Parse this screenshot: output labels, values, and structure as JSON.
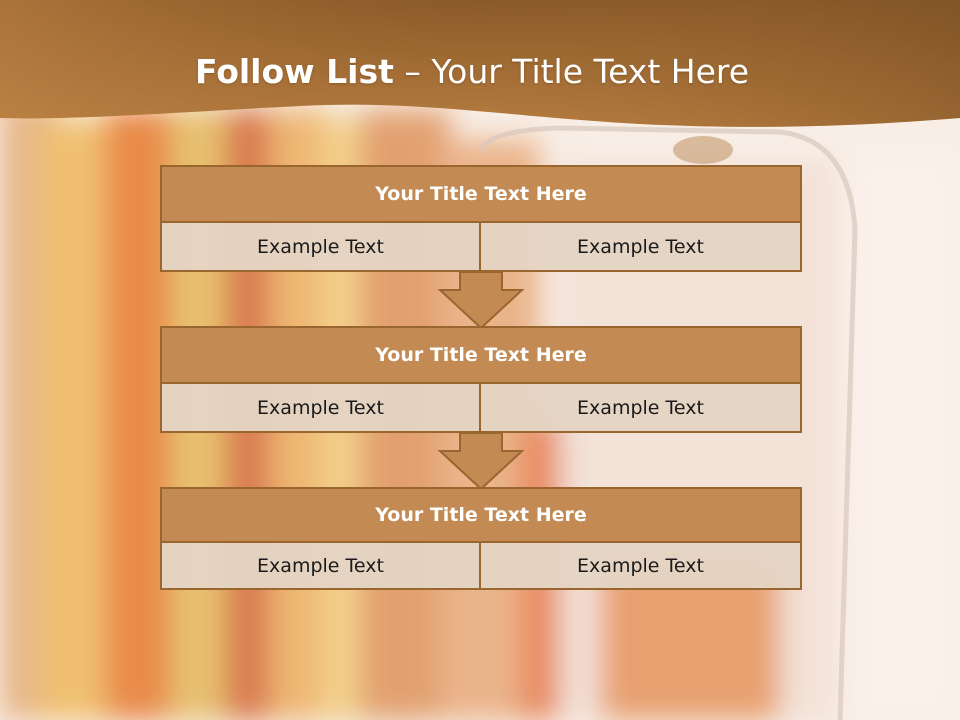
{
  "slide": {
    "title_bold": "Follow List",
    "title_rest": " – Your Title Text Here"
  },
  "rows": [
    {
      "title": "Your Title Text Here",
      "cells": [
        "Example Text",
        "Example Text"
      ]
    },
    {
      "title": "Your Title Text Here",
      "cells": [
        "Example Text",
        "Example Text"
      ]
    },
    {
      "title": "Your Title Text Here",
      "cells": [
        "Example Text",
        "Example Text"
      ]
    }
  ],
  "colors": {
    "header_band": "#a86e35",
    "box_fill": "#c38b53",
    "box_border": "#9a6630",
    "cell_fill": "#e4d4c4",
    "arrow_fill": "#c38b53"
  }
}
